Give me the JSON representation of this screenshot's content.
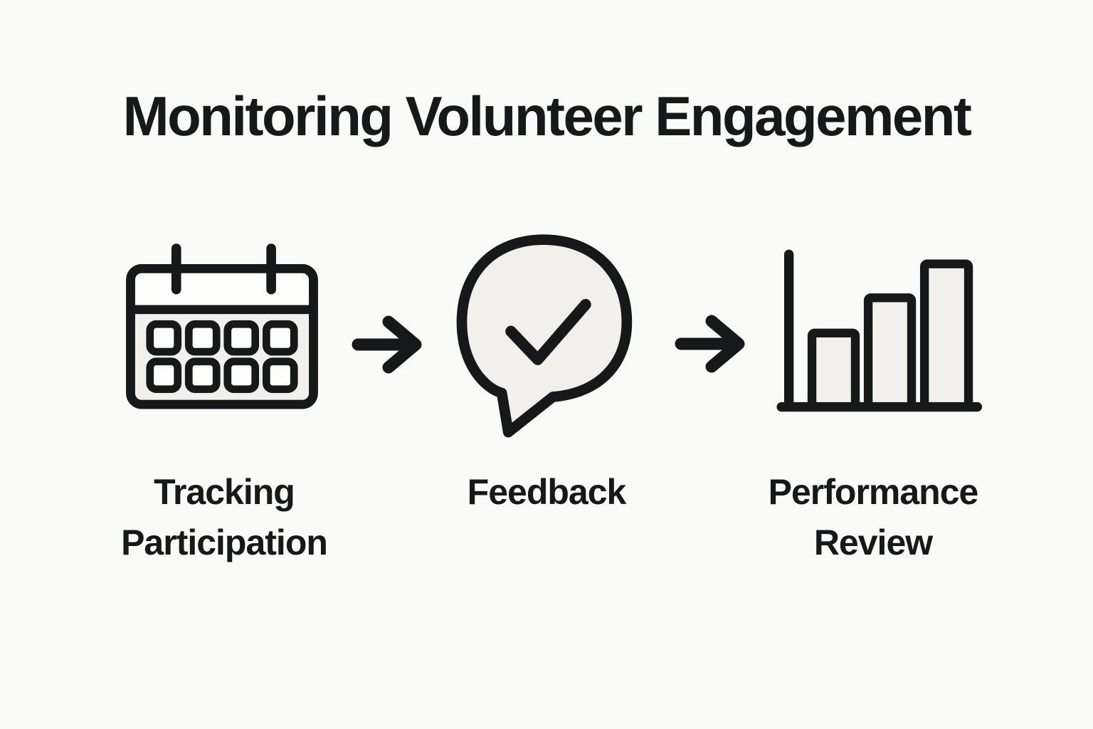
{
  "title": "Monitoring Volunteer Engagement",
  "steps": [
    {
      "id": "tracking-participation",
      "label": "Tracking Participation",
      "icon": "calendar-icon"
    },
    {
      "id": "feedback",
      "label": "Feedback",
      "icon": "speech-bubble-check-icon"
    },
    {
      "id": "performance-review",
      "label": "Performance Review",
      "icon": "bar-chart-icon"
    }
  ],
  "connectors": [
    {
      "icon": "arrow-right-icon"
    },
    {
      "icon": "arrow-right-icon"
    }
  ],
  "colors": {
    "background": "#fafaf9",
    "ink": "#17181a",
    "icon_fill": "#f1f0ed"
  }
}
